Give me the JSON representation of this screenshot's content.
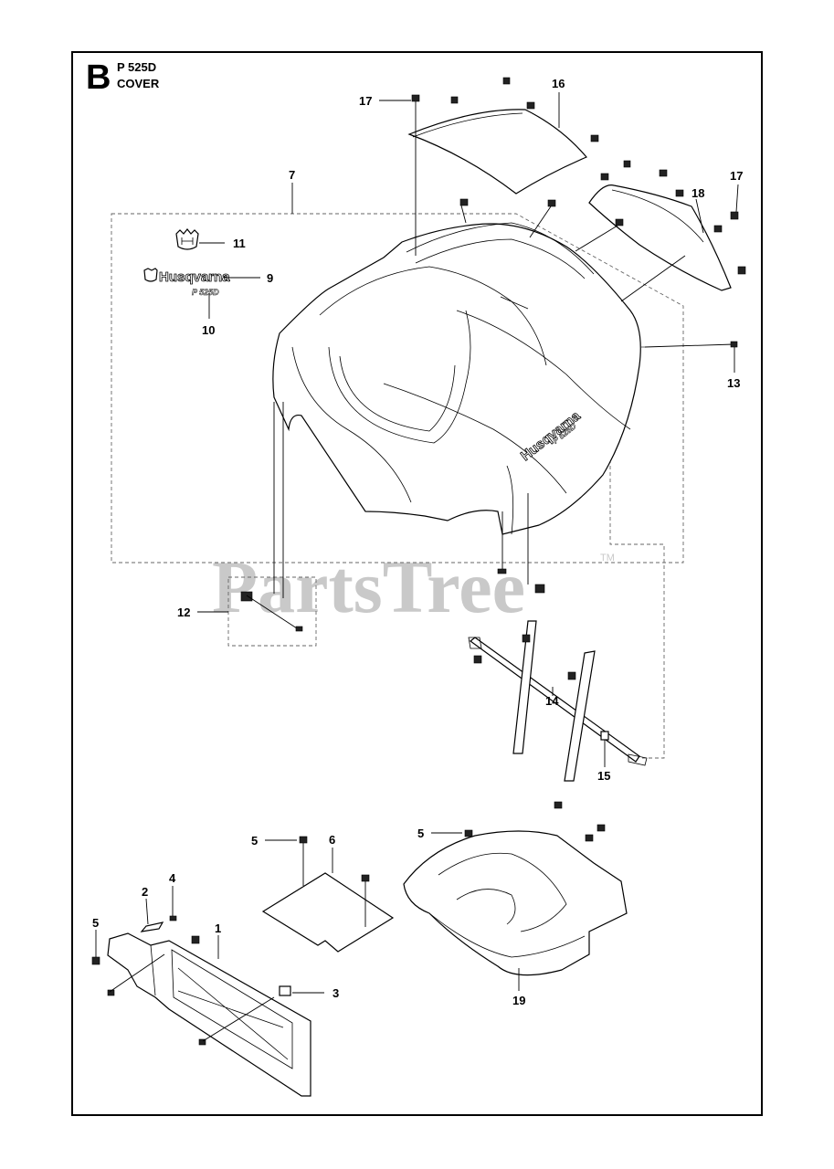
{
  "header": {
    "section_letter": "B",
    "model": "P 525D",
    "section_name": "COVER"
  },
  "watermark": {
    "text": "PartsTree",
    "tm": "TM"
  },
  "logo": {
    "brand": "Husqvarna",
    "model": "P 525D"
  },
  "callouts": {
    "c1": "1",
    "c2": "2",
    "c3": "3",
    "c4": "4",
    "c5a": "5",
    "c5b": "5",
    "c5c": "5",
    "c6": "6",
    "c7": "7",
    "c9": "9",
    "c10": "10",
    "c11": "11",
    "c12": "12",
    "c13": "13",
    "c14": "14",
    "c15": "15",
    "c16": "16",
    "c17a": "17",
    "c17b": "17",
    "c18": "18",
    "c19": "19"
  }
}
